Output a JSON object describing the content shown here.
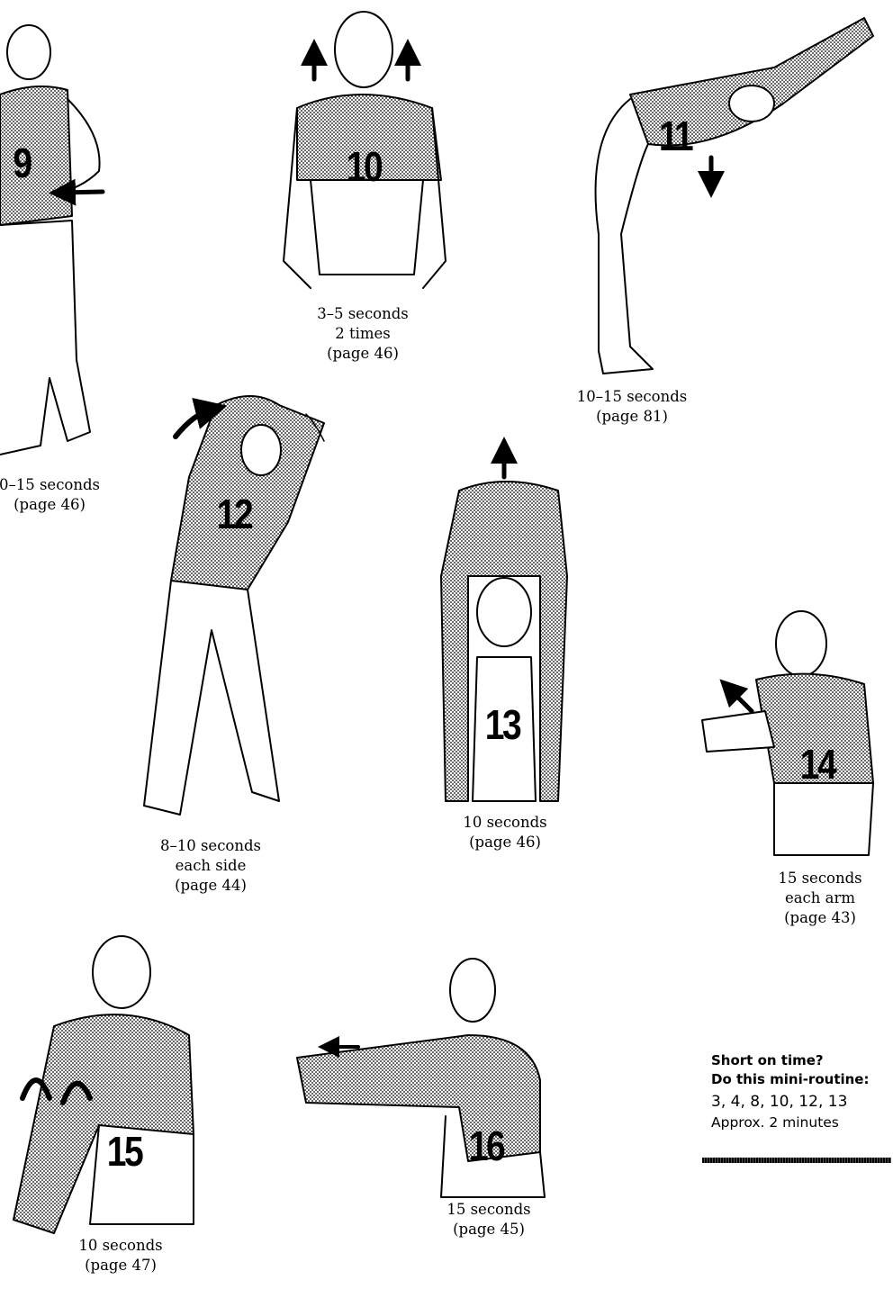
{
  "stretches": [
    {
      "number": "9",
      "lines": [
        "0–15 seconds",
        "(page 46)"
      ]
    },
    {
      "number": "10",
      "lines": [
        "3–5 seconds",
        "2 times",
        "(page 46)"
      ]
    },
    {
      "number": "11",
      "lines": [
        "10–15 seconds",
        "(page 81)"
      ]
    },
    {
      "number": "12",
      "lines": [
        "8–10 seconds",
        "each side",
        "(page 44)"
      ]
    },
    {
      "number": "13",
      "lines": [
        "10 seconds",
        "(page 46)"
      ]
    },
    {
      "number": "14",
      "lines": [
        "15 seconds",
        "each arm",
        "(page 43)"
      ]
    },
    {
      "number": "15",
      "lines": [
        "10 seconds",
        "(page 47)"
      ]
    },
    {
      "number": "16",
      "lines": [
        "15 seconds",
        "(page 45)"
      ]
    }
  ],
  "mini_routine": {
    "heading_1": "Short on time?",
    "heading_2": "Do this mini-routine:",
    "list": "3, 4, 8, 10, 12, 13",
    "duration": "Approx. 2 minutes"
  }
}
